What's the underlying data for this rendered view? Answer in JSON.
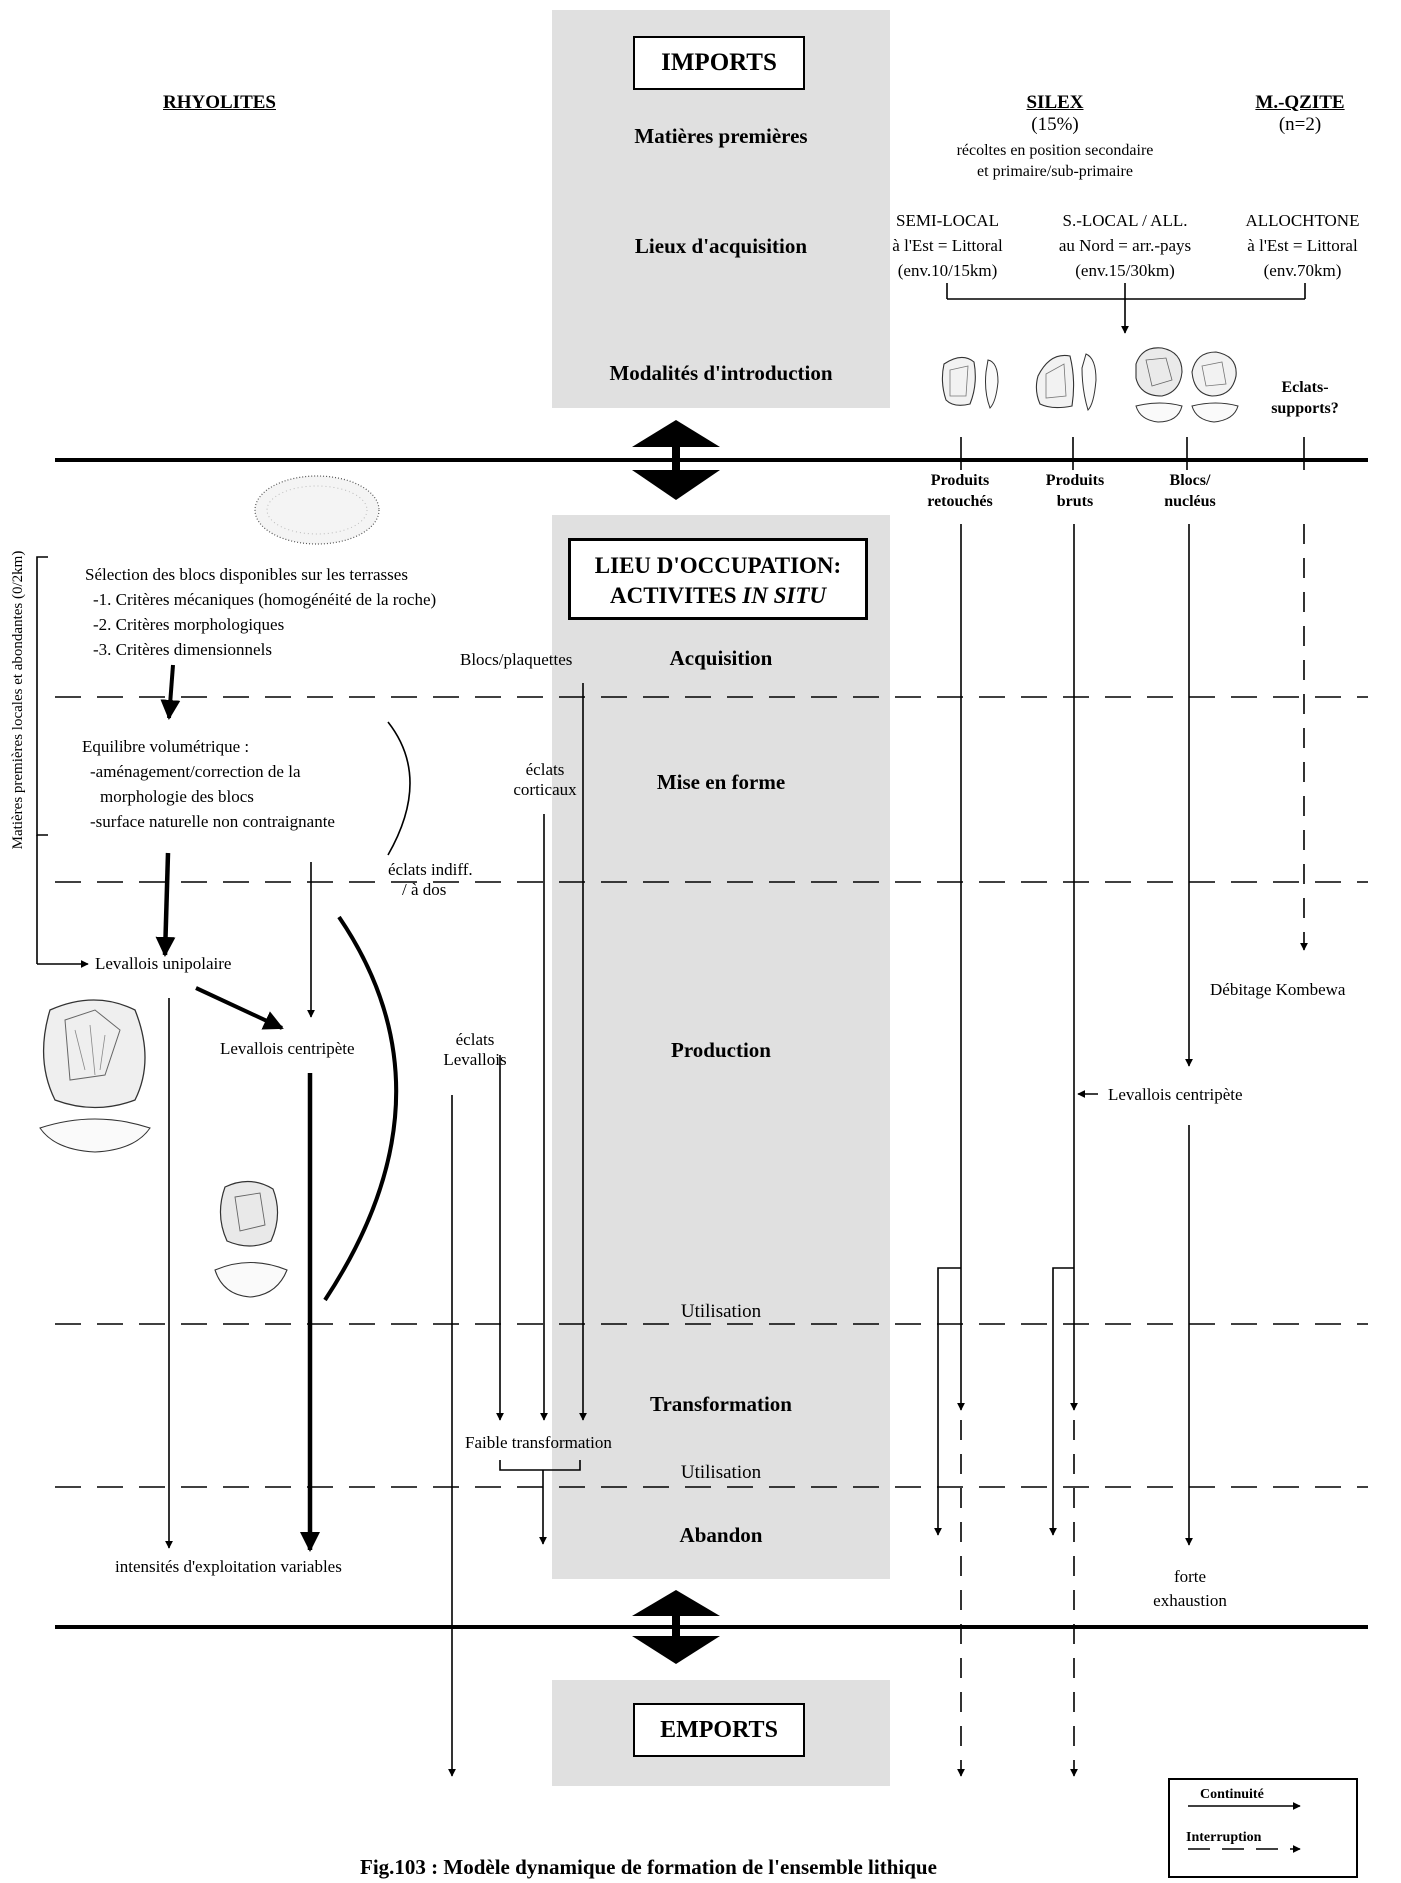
{
  "imports": {
    "title": "IMPORTS",
    "rows": [
      "Matières premières",
      "Lieux d'acquisition",
      "Modalités d'introduction"
    ]
  },
  "rhyolites": {
    "header": "RHYOLITES",
    "side_label": "Matières premières locales  et abondantes (0/2km)",
    "selection": [
      "Sélection des blocs disponibles sur les terrasses",
      "-1. Critères mécaniques (homogénéité de la roche)",
      "-2. Critères morphologiques",
      "-3. Critères dimensionnels"
    ],
    "equilibre": [
      "Equilibre volumétrique :",
      "-aménagement/correction de la",
      "morphologie des blocs",
      "-surface naturelle non contraignante"
    ],
    "levallois_unipolaire": "Levallois unipolaire",
    "levallois_centripete": "Levallois centripète",
    "blocs_plaquettes": "Blocs/plaquettes",
    "eclats_corticaux": [
      "éclats",
      "corticaux"
    ],
    "eclats_indiff": [
      "éclats indiff.",
      "/ à dos"
    ],
    "eclats_levallois": [
      "éclats",
      "Levallois"
    ],
    "faible_transformation": "Faible transformation",
    "intensites": "intensités d'exploitation variables"
  },
  "silex": {
    "header": "SILEX",
    "percent": "(15%)",
    "recoltes": [
      "récoltes en position secondaire",
      "et primaire/sub-primaire"
    ],
    "sources": [
      {
        "name": "SEMI-LOCAL",
        "loc": "à l'Est = Littoral",
        "dist": "(env.10/15km)"
      },
      {
        "name": "S.-LOCAL / ALL.",
        "loc": "au Nord = arr.-pays",
        "dist": "(env.15/30km)"
      }
    ],
    "products": [
      {
        "l1": "Produits",
        "l2": "retouchés"
      },
      {
        "l1": "Produits",
        "l2": "bruts"
      },
      {
        "l1": "Blocs/",
        "l2": "nucléus"
      }
    ],
    "levallois_centripete": "Levallois centripète",
    "exhaustion": [
      "forte",
      "exhaustion"
    ]
  },
  "mqzite": {
    "header": "M.-QZITE",
    "count": "(n=2)",
    "source": {
      "name": "ALLOCHTONE",
      "loc": "à l'Est = Littoral",
      "dist": "(env.70km)"
    },
    "eclats_supports": [
      "Eclats-",
      "supports?"
    ],
    "debitage": "Débitage Kombewa"
  },
  "occupation": {
    "title_l1": "LIEU D'OCCUPATION:",
    "title_l2a": "ACTIVITES ",
    "title_l2b": "IN SITU",
    "stages": [
      "Acquisition",
      "Mise en forme",
      "Production",
      "Transformation",
      "Abandon"
    ],
    "utilisation_1": "Utilisation",
    "utilisation_2": "Utilisation"
  },
  "emports": {
    "title": "EMPORTS"
  },
  "legend": {
    "continuite": "Continuité",
    "interruption": "Interruption"
  },
  "caption": "Fig.103 : Modèle dynamique de formation de l'ensemble lithique"
}
